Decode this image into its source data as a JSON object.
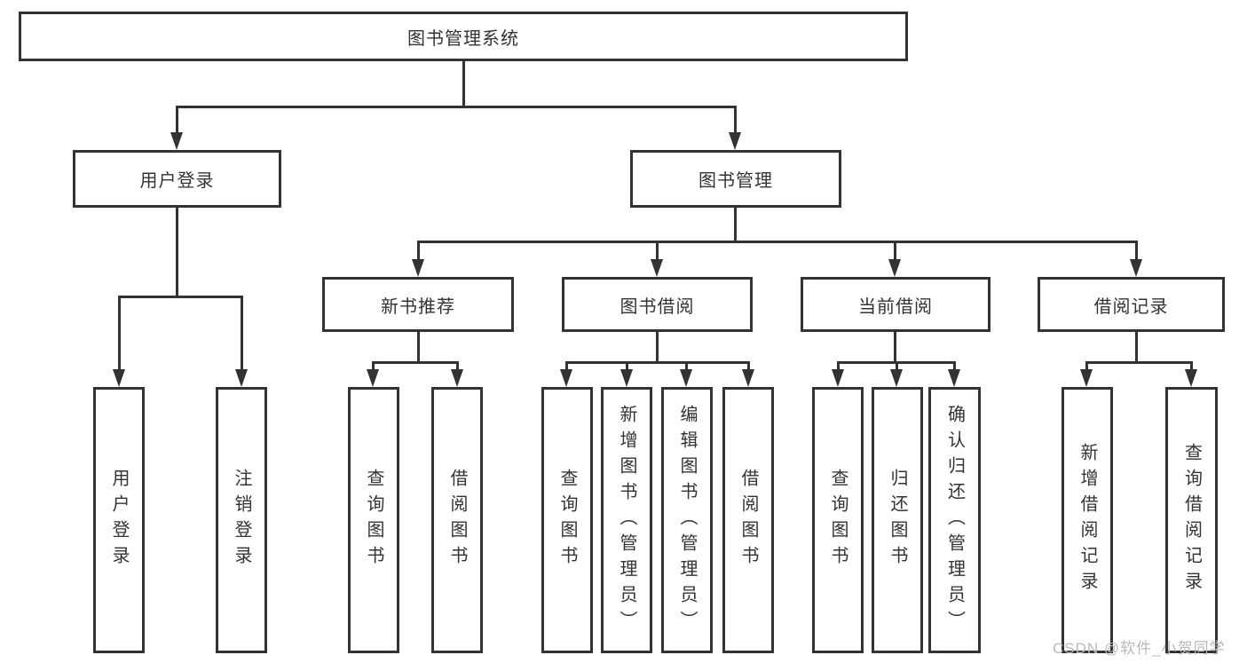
{
  "diagram": {
    "type": "hierarchy-tree",
    "colors": {
      "line": "#333333",
      "text": "#333333",
      "background": "#ffffff",
      "watermark_text": "#b9b9b9"
    },
    "watermark": "CSDN @软件_小贺同学",
    "root": {
      "label": "图书管理系统"
    },
    "branches": [
      {
        "label": "用户登录",
        "children": [
          {
            "label": "用户登录"
          },
          {
            "label": "注销登录"
          }
        ]
      },
      {
        "label": "图书管理",
        "children": [
          {
            "label": "新书推荐",
            "children": [
              {
                "label": "查询图书"
              },
              {
                "label": "借阅图书"
              }
            ]
          },
          {
            "label": "图书借阅",
            "children": [
              {
                "label": "查询图书"
              },
              {
                "label": "新增图书（管理员）"
              },
              {
                "label": "编辑图书（管理员）"
              },
              {
                "label": "借阅图书"
              }
            ]
          },
          {
            "label": "当前借阅",
            "children": [
              {
                "label": "查询图书"
              },
              {
                "label": "归还图书"
              },
              {
                "label": "确认归还（管理员）"
              }
            ]
          },
          {
            "label": "借阅记录",
            "children": [
              {
                "label": "新增借阅记录"
              },
              {
                "label": "查询借阅记录"
              }
            ]
          }
        ]
      }
    ]
  }
}
